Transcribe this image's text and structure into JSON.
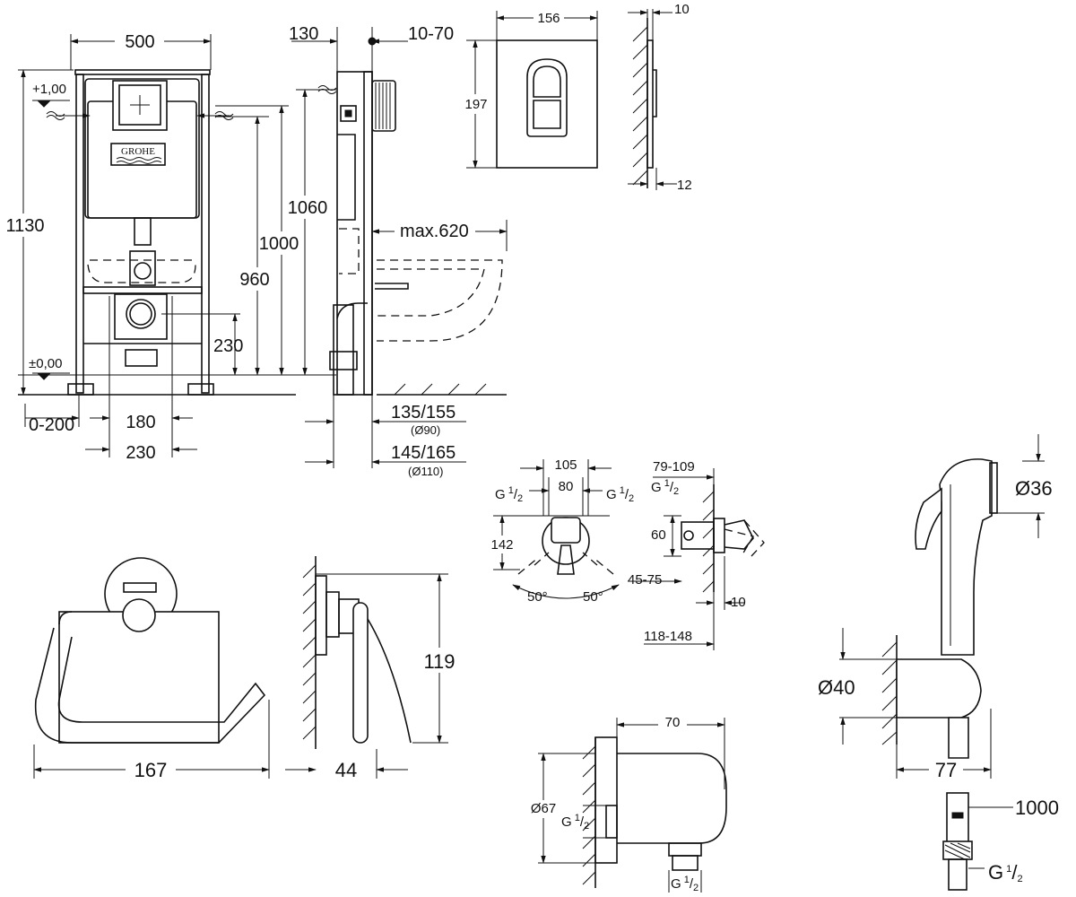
{
  "brand": "GROHE",
  "frame": {
    "width": "500",
    "height_total": "1130",
    "h1060": "1060",
    "h1000": "1000",
    "h960": "960",
    "h230": "230",
    "depth_130": "130",
    "range_10_70": "10-70",
    "level_top": "+1,00",
    "level_floor": "±0,00",
    "offset_0_200": "0-200",
    "w180": "180",
    "w230": "230",
    "max620": "max.620",
    "d135_155": "135/155",
    "d90": "(Ø90)",
    "d145_165": "145/165",
    "d110": "(Ø110)"
  },
  "plate": {
    "width": "156",
    "height": "197",
    "depth_top": "10",
    "depth_bottom": "12"
  },
  "mixer": {
    "w105": "105",
    "w80": "80",
    "thread_left": "G",
    "thread_right": "G",
    "thread_fraction": "1/2",
    "h142": "142",
    "angle_left": "50°",
    "angle_right": "50°",
    "range_45_75": "45-75",
    "range_79_109": "79-109",
    "h60": "60",
    "d10": "10",
    "range_118_148": "118-148",
    "side_thread": "G"
  },
  "holder": {
    "width": "167",
    "depth": "44",
    "height": "119"
  },
  "elbow": {
    "length": "70",
    "diameter": "Ø67",
    "thread_side": "G",
    "thread_bottom": "G"
  },
  "spray": {
    "head_diameter": "Ø36",
    "bracket_diameter": "Ø40",
    "projection": "77",
    "hose_length": "1000",
    "hose_thread": "G"
  }
}
